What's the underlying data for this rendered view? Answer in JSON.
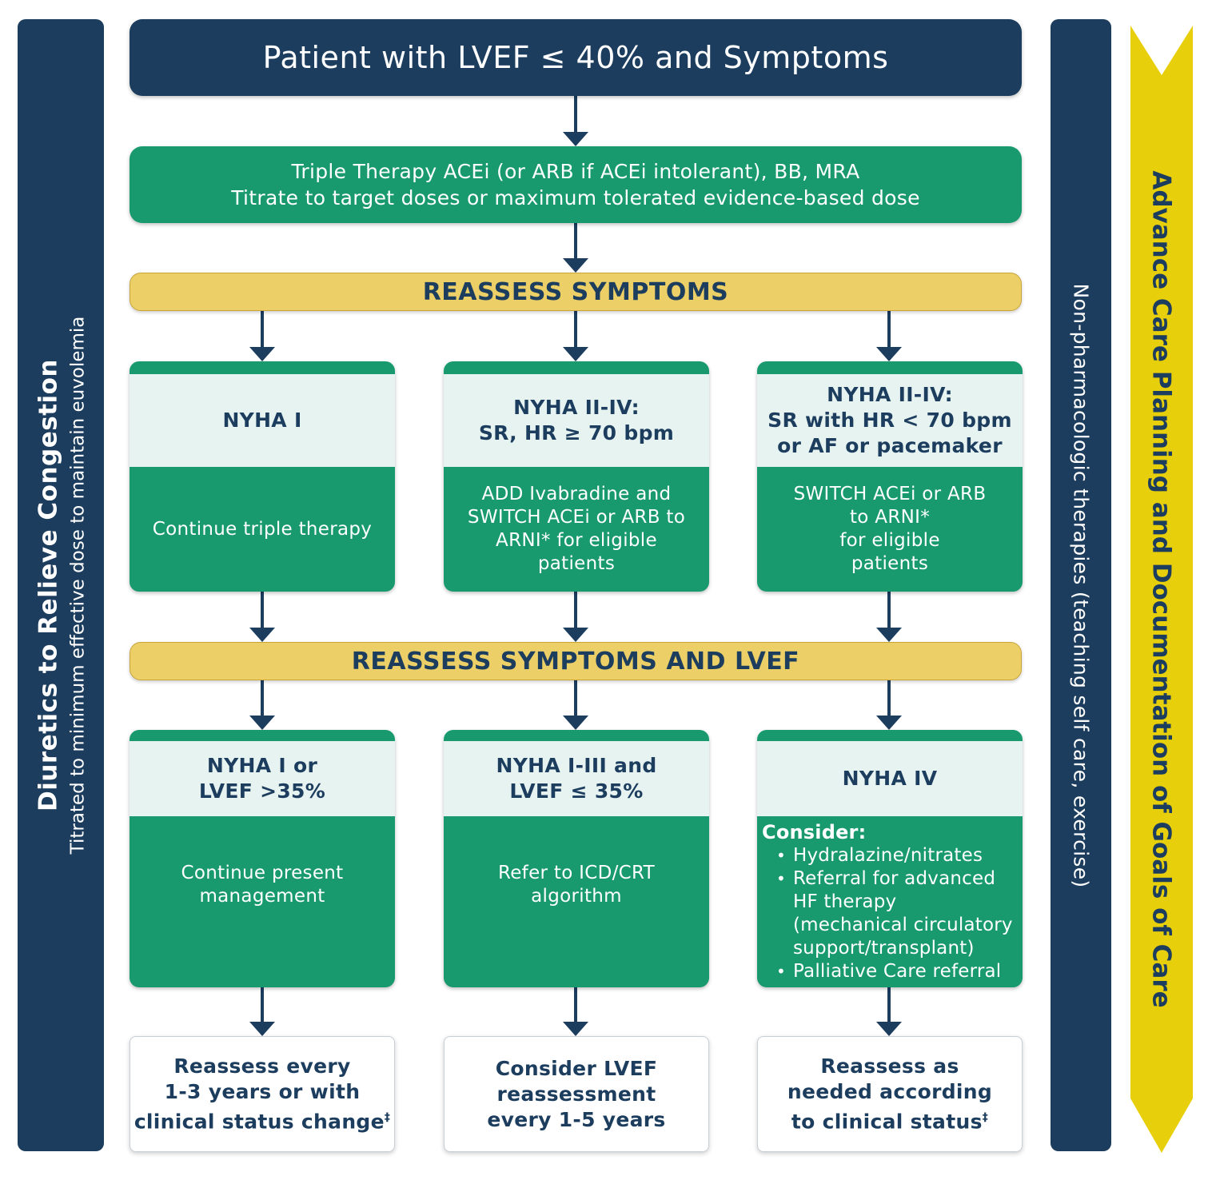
{
  "left_bar": {
    "title": "Diuretics to Relieve Congestion",
    "subtitle": "Titrated to minimum effective dose to maintain euvolemia"
  },
  "middle_bar": {
    "text": "Non-pharmacologic therapies (teaching self care, exercise)"
  },
  "right_arrow": {
    "text": "Advance Care Planning and Documentation of Goals of Care",
    "color": "#e8cf0b"
  },
  "top": {
    "title": "Patient with LVEF ≤ 40% and Symptoms"
  },
  "triple": {
    "line1": "Triple Therapy ACEi (or ARB if ACEi intolerant), BB, MRA",
    "line2": "Titrate to target doses or maximum tolerated evidence-based dose"
  },
  "reassess1": "REASSESS SYMPTOMS",
  "reassess2": "REASSESS SYMPTOMS AND LVEF",
  "row1": [
    {
      "head": [
        "NYHA I"
      ],
      "body": [
        "Continue triple therapy"
      ]
    },
    {
      "head": [
        "NYHA II-IV:",
        "SR, HR ≥ 70 bpm"
      ],
      "body": [
        "ADD Ivabradine and",
        "SWITCH ACEi or ARB to",
        "ARNI* for eligible",
        "patients"
      ]
    },
    {
      "head": [
        "NYHA II-IV:",
        "SR with HR < 70 bpm",
        "or AF or pacemaker"
      ],
      "body": [
        "SWITCH ACEi or ARB",
        "to ARNI*",
        "for eligible",
        "patients"
      ]
    }
  ],
  "row2": [
    {
      "head": [
        "NYHA I or",
        "LVEF >35%"
      ],
      "body": [
        "Continue present",
        "management"
      ]
    },
    {
      "head": [
        "NYHA I-III and",
        "LVEF ≤ 35%"
      ],
      "body": [
        "Refer to ICD/CRT",
        "algorithm"
      ]
    },
    {
      "head": [
        "NYHA IV"
      ],
      "consider": "Consider:",
      "items": [
        [
          "Hydralazine/nitrates"
        ],
        [
          "Referral for advanced",
          "HF therapy",
          "(mechanical circulatory",
          "support/transplant)"
        ],
        [
          "Palliative Care referral"
        ]
      ],
      "bullet": "•"
    }
  ],
  "bottom": [
    {
      "lines": [
        "Reassess every",
        "1-3 years or with",
        "clinical status change"
      ],
      "mark": "‡"
    },
    {
      "lines": [
        "Consider LVEF",
        "reassessment",
        "every 1-5 years"
      ],
      "mark": ""
    },
    {
      "lines": [
        "Reassess as",
        "needed according",
        "to clinical status"
      ],
      "mark": "‡"
    }
  ],
  "colors": {
    "navy": "#1c3d5e",
    "green": "#189a6e",
    "yellow_band": "#ecd067",
    "card_head": "#e7f3f1"
  }
}
